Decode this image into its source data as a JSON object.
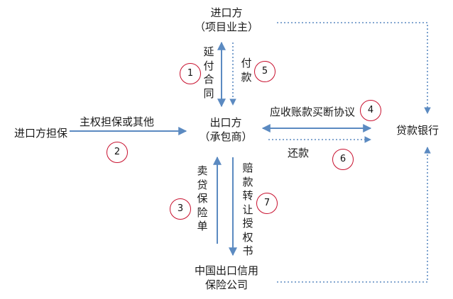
{
  "nodes": {
    "importer": {
      "line1": "进口方",
      "line2": "（项目业主）"
    },
    "exporter": {
      "line1": "出口方",
      "line2": "（承包商）"
    },
    "guarantor": {
      "label": "进口方担保"
    },
    "bank": {
      "label": "贷款银行"
    },
    "insurer": {
      "line1": "中国出口信用",
      "line2": "保险公司"
    }
  },
  "edges": {
    "e1": "延付合同",
    "e2": "主权担保或其他",
    "e3": "卖贷保险单",
    "e4": "应收账款买断协议",
    "e5": "付款",
    "e6": "还款",
    "e7": "赔款转让授权书"
  },
  "steps": [
    "1",
    "2",
    "3",
    "4",
    "5",
    "6",
    "7"
  ],
  "colors": {
    "arrow": "#5b8ac1",
    "badge": "#c8102e"
  }
}
